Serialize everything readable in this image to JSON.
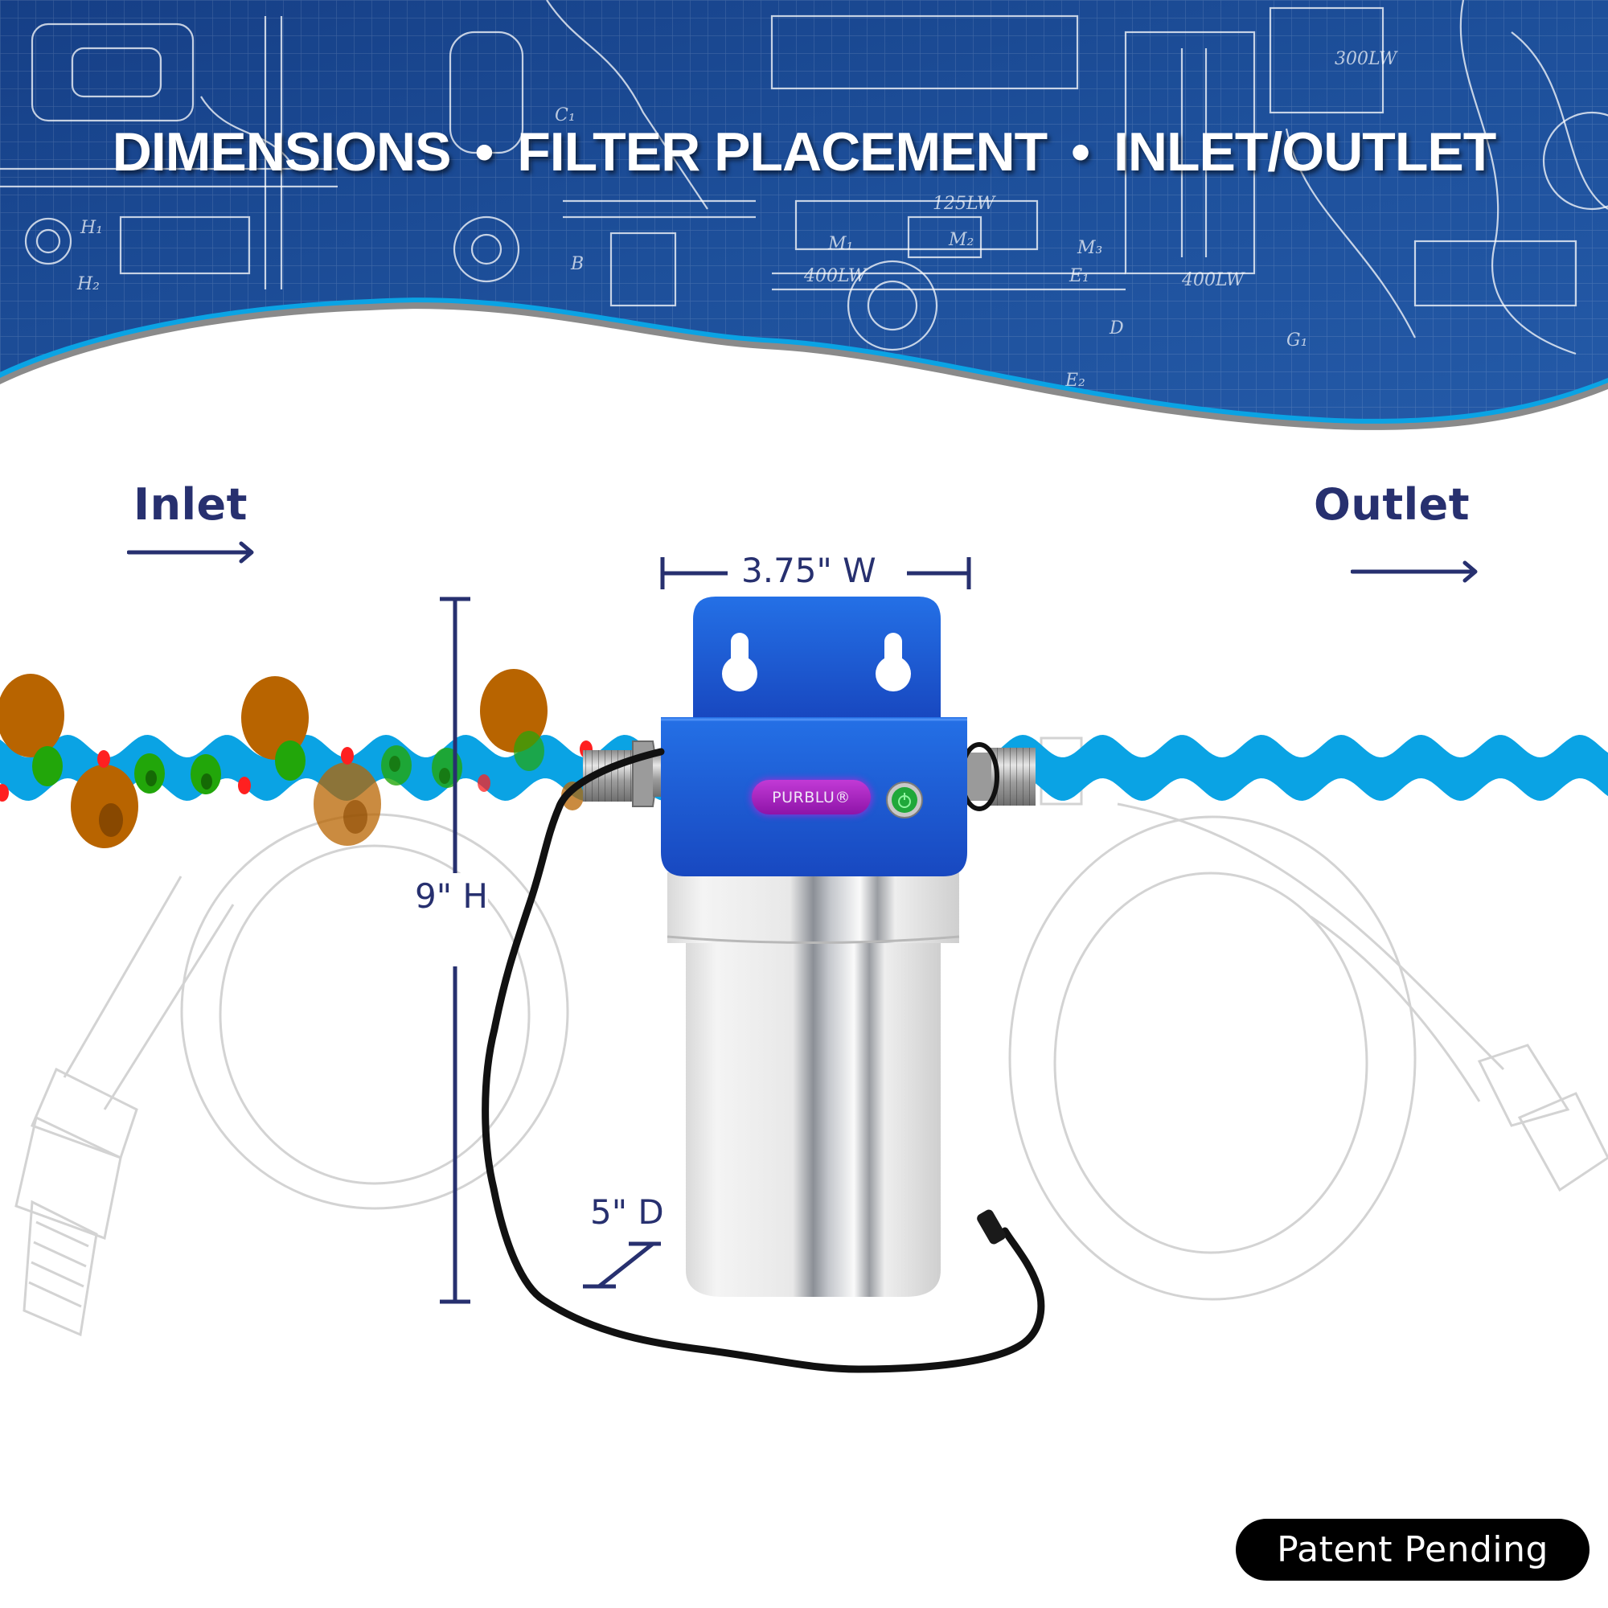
{
  "header": {
    "title_parts": [
      "DIMENSIONS",
      "FILTER PLACEMENT",
      "INLET/OUTLET"
    ],
    "separator": "•",
    "background_color": "#1d4f9a",
    "wave_accent_color": "#0aa3e4",
    "wave_shadow_color": "#8a8a8a"
  },
  "flow": {
    "inlet_label": "Inlet",
    "outlet_label": "Outlet",
    "arrow_glyph": "→",
    "label_color": "#27306f",
    "water_color": "#0aa3e4"
  },
  "dimensions": {
    "width_label": "3.75\" W",
    "height_label": "9\" H",
    "depth_label": "5\" D"
  },
  "product": {
    "brand_label": "PURBLU®",
    "panel_color": "#1a5bd6",
    "label_color": "#a51fc0",
    "led_color": "#1fa83a",
    "icons": [
      "keyhole-icon",
      "keyhole-icon",
      "power-led-icon"
    ]
  },
  "contaminants": {
    "sediment_color": "#b86400",
    "bacteria_color": "#22a60a",
    "chemical_color": "#ff2020"
  },
  "badge": {
    "label": "Patent Pending"
  }
}
